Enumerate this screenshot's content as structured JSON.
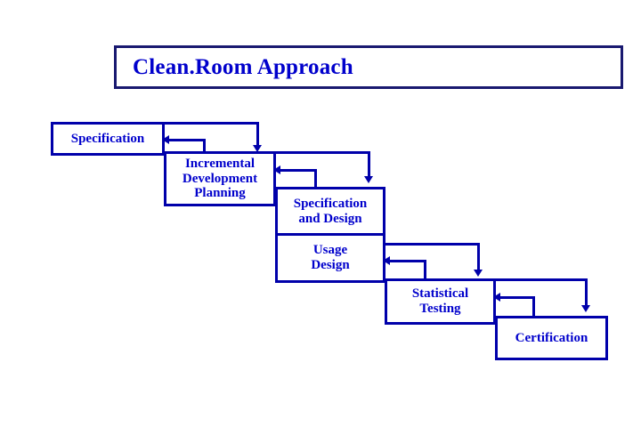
{
  "diagram": {
    "title": "Clean.Room Approach",
    "colors": {
      "text_blue": "#0000cc",
      "border_blue": "#0000aa",
      "title_border": "#191970",
      "background": "#ffffff"
    },
    "nodes": [
      {
        "id": "specification",
        "label": "Specification"
      },
      {
        "id": "incremental-development-planning",
        "label": "Incremental\nDevelopment\nPlanning"
      },
      {
        "id": "specification-and-design",
        "label": "Specification\nand Design"
      },
      {
        "id": "usage-design",
        "label": "Usage\nDesign"
      },
      {
        "id": "statistical-testing",
        "label": "Statistical\nTesting"
      },
      {
        "id": "certification",
        "label": "Certification"
      }
    ]
  }
}
